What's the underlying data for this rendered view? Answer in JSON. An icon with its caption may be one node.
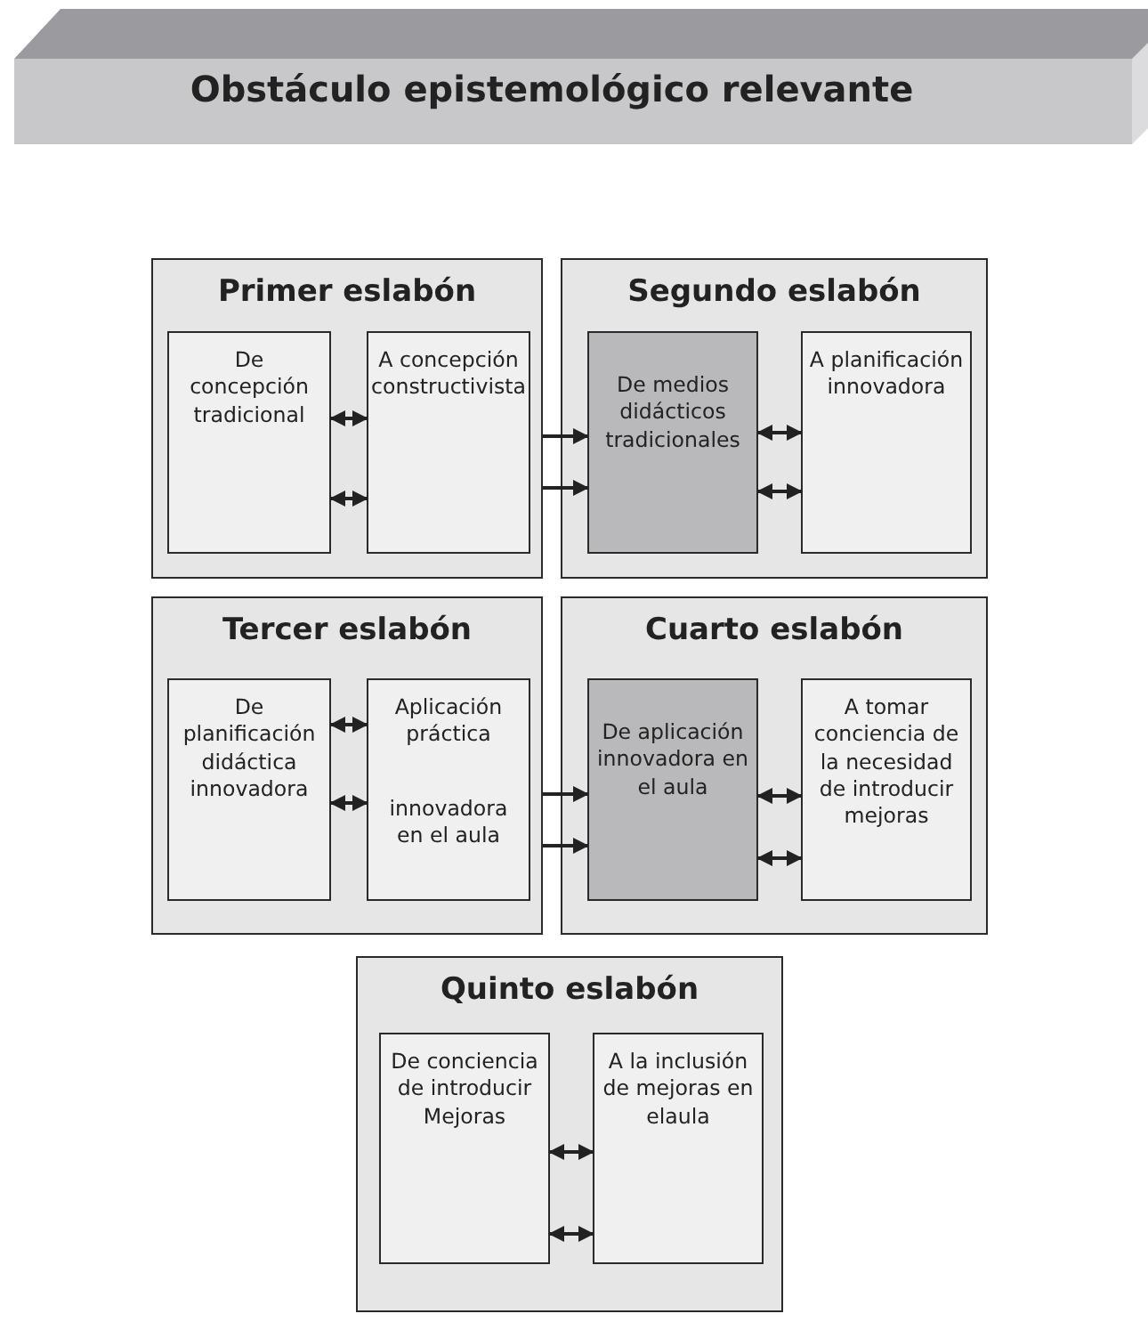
{
  "diagram": {
    "title": "Obstáculo epistemológico relevante",
    "nodes": [
      {
        "text": [
          "Primer eslabón"
        ]
      },
      {
        "text": [
          "De concepción tradicional"
        ],
        "in": 0
      },
      {
        "text": [
          "A concepción constructivista"
        ],
        "in": 0
      },
      {
        "text": [
          "Segundo eslabón"
        ]
      },
      {
        "text": [
          "De medios didácticos tradicionales"
        ],
        "in": 3
      },
      {
        "text": [
          "A planificación innovadora"
        ],
        "in": 3
      },
      {
        "text": [
          "Tercer eslabón"
        ]
      },
      {
        "text": [
          "De planificación didáctica innovadora"
        ],
        "in": 6
      },
      {
        "text": [
          "Aplicación práctica",
          "innovadora en el aula"
        ],
        "in": 6
      },
      {
        "text": [
          "Cuarto eslabón"
        ]
      },
      {
        "text": [
          "De aplicación innovadora en el aula"
        ],
        "in": 9
      },
      {
        "text": [
          "A tomar conciencia de la necesidad de introducir mejoras"
        ],
        "in": 9
      },
      {
        "text": [
          "Quinto eslabón"
        ]
      },
      {
        "text": [
          "De conciencia de introducir Mejoras"
        ],
        "in": 12
      },
      {
        "text": [
          "A la inclusión de mejoras en elaula"
        ],
        "in": 12
      }
    ],
    "edges": [
      {
        "from": 1,
        "to": 2,
        "arrow": "both"
      },
      {
        "from": 1,
        "to": 2,
        "arrow": "both"
      },
      {
        "from": 0,
        "to": 4,
        "arrow": "to"
      },
      {
        "from": 0,
        "to": 4,
        "arrow": "to"
      },
      {
        "from": 4,
        "to": 5,
        "arrow": "both"
      },
      {
        "from": 4,
        "to": 5,
        "arrow": "both"
      },
      {
        "from": 7,
        "to": 8,
        "arrow": "both"
      },
      {
        "from": 7,
        "to": 8,
        "arrow": "both"
      },
      {
        "from": 6,
        "to": 10,
        "arrow": "to"
      },
      {
        "from": 6,
        "to": 10,
        "arrow": "to"
      },
      {
        "from": 10,
        "to": 11,
        "arrow": "both"
      },
      {
        "from": 10,
        "to": 11,
        "arrow": "both"
      },
      {
        "from": 13,
        "to": 14,
        "arrow": "both"
      },
      {
        "from": 13,
        "to": 14,
        "arrow": "both"
      }
    ]
  }
}
